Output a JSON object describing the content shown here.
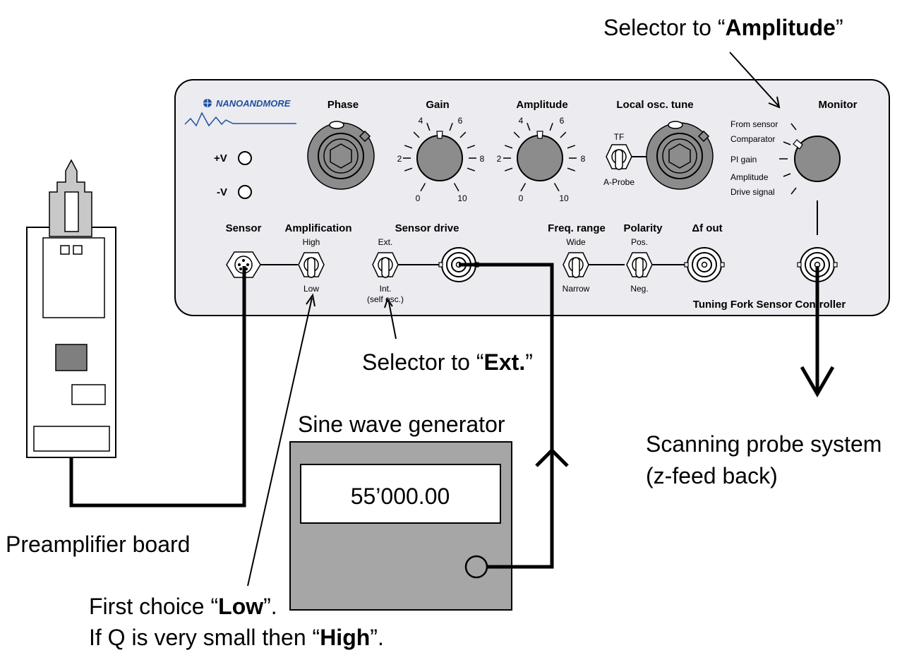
{
  "panel": {
    "brand": "NANOANDMORE",
    "name": "Tuning Fork Sensor Controller",
    "power_plus": "+V",
    "power_minus": "-V",
    "knobs": {
      "phase": "Phase",
      "gain": "Gain",
      "amplitude": "Amplitude",
      "local_osc": "Local osc. tune",
      "monitor": "Monitor"
    },
    "dial_ticks": [
      "0",
      "2",
      "4",
      "6",
      "8",
      "10"
    ],
    "local_osc_switch": {
      "top": "TF",
      "bottom": "A-Probe"
    },
    "monitor_options": [
      "From sensor",
      "Comparator",
      "PI gain",
      "Amplitude",
      "Drive signal"
    ],
    "bottom_labels": {
      "sensor": "Sensor",
      "amplification": "Amplification",
      "sensor_drive": "Sensor drive",
      "freq_range": "Freq. range",
      "polarity": "Polarity",
      "df_out": "Δf out"
    },
    "switches": {
      "amplification": {
        "top": "High",
        "bottom": "Low"
      },
      "sensor_drive": {
        "top": "Ext.",
        "bottom1": "Int.",
        "bottom2": "(self osc.)"
      },
      "freq_range": {
        "top": "Wide",
        "bottom": "Narrow"
      },
      "polarity": {
        "top": "Pos.",
        "bottom": "Neg."
      }
    }
  },
  "annotations": {
    "amplitude_selector": {
      "prefix": "Selector to “",
      "bold": "Amplitude",
      "suffix": "”"
    },
    "ext_selector": {
      "prefix": "Selector to “",
      "bold": "Ext.",
      "suffix": "”"
    },
    "generator_title": "Sine wave generator",
    "generator_display": "55’000.00",
    "preamp_label": "Preamplifier board",
    "scanning_line1": "Scanning probe system",
    "scanning_line2": "(z-feed back)",
    "first_choice": {
      "prefix": "First choice “",
      "bold": "Low",
      "suffix": "”."
    },
    "if_q": {
      "prefix": "If Q is very small then “",
      "bold": "High",
      "suffix": "”."
    }
  },
  "colors": {
    "panel_fill": "#ebebf0",
    "knob_gray": "#8c8c8c",
    "generator_gray": "#a6a6a6",
    "chip_gray": "#7f7f7f",
    "brand_blue": "#1f4fa0"
  }
}
